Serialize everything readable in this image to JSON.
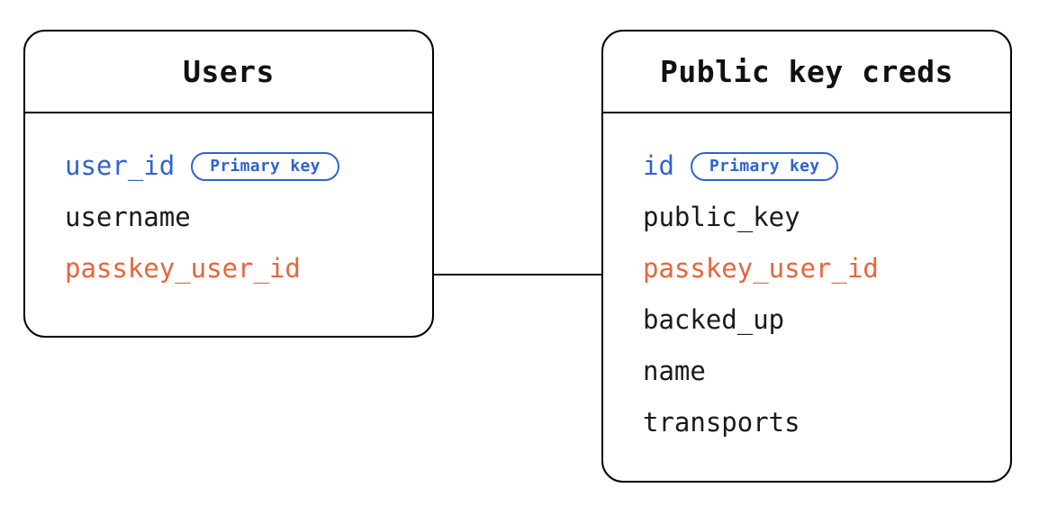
{
  "diagram": {
    "type": "entity-relationship-diagram",
    "background": "#ffffff",
    "colors": {
      "key": "#2f62d4",
      "foreign_key": "#e8643c",
      "text": "#1a1a1a",
      "border": "#000000"
    },
    "entities": [
      {
        "id": "users",
        "title": "Users",
        "attributes": [
          {
            "name": "user_id",
            "role": "primary",
            "badge": "Primary key"
          },
          {
            "name": "username",
            "role": "plain",
            "badge": null
          },
          {
            "name": "passkey_user_id",
            "role": "foreign",
            "badge": null
          }
        ]
      },
      {
        "id": "public-key-creds",
        "title": "Public key creds",
        "attributes": [
          {
            "name": "id",
            "role": "primary",
            "badge": "Primary key"
          },
          {
            "name": "public_key",
            "role": "plain",
            "badge": null
          },
          {
            "name": "passkey_user_id",
            "role": "foreign",
            "badge": null
          },
          {
            "name": "backed_up",
            "role": "plain",
            "badge": null
          },
          {
            "name": "name",
            "role": "plain",
            "badge": null
          },
          {
            "name": "transports",
            "role": "plain",
            "badge": null
          }
        ]
      }
    ],
    "relationships": [
      {
        "from": "users.passkey_user_id",
        "to": "public-key-creds.passkey_user_id"
      }
    ]
  }
}
